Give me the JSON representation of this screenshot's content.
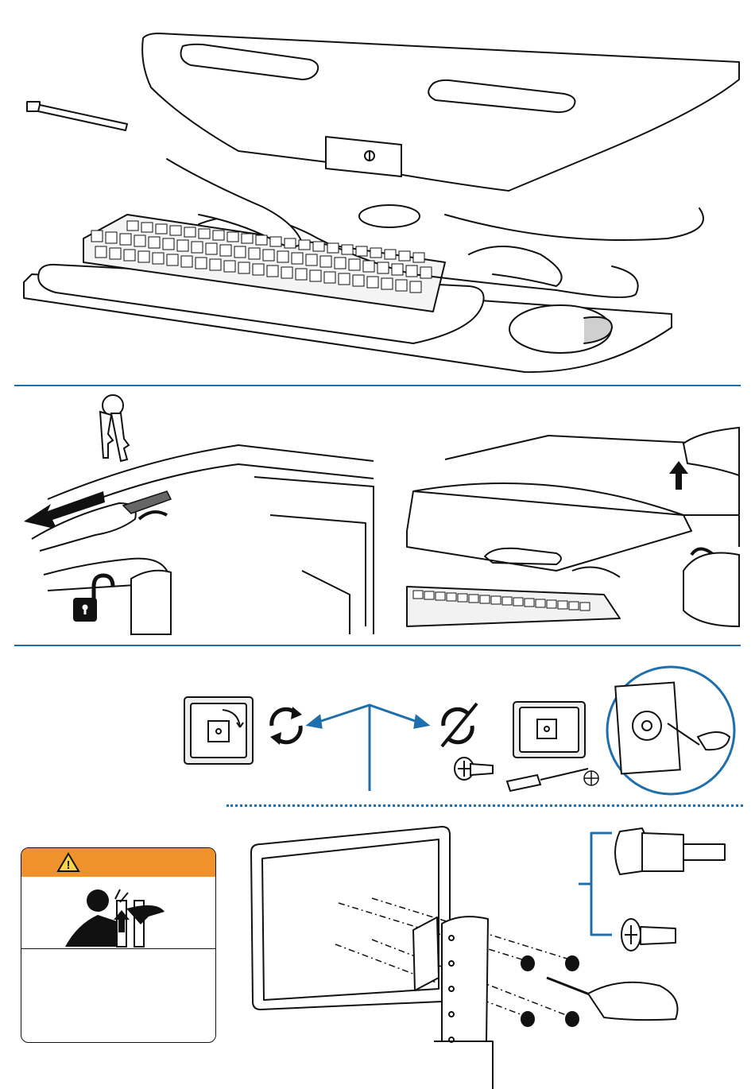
{
  "colors": {
    "divider": "#1f6fad",
    "warning_band": "#f0922b",
    "line": "#111111",
    "screen_shade": "#d9d9d9",
    "highlight": "#e6e6e6"
  },
  "panels": {
    "top": {
      "name": "keyboard-cable-routing"
    },
    "middle_left": {
      "name": "unlock-and-slide-tray"
    },
    "middle_right": {
      "name": "lift-worksurface"
    },
    "vesa": {
      "name": "vesa-rotation-options"
    },
    "monitor": {
      "name": "monitor-mounting"
    }
  },
  "icons": {
    "cable_tie": "cable-tie-icon",
    "keys": "keys-icon",
    "unlock": "padlock-open-icon",
    "rotate": "rotate-icon",
    "no_rotate": "no-rotate-icon",
    "screw": "screw-icon",
    "screwdriver": "phillips-screwdriver-icon",
    "phillips": "phillips-symbol-icon",
    "warning": "warning-triangle-icon",
    "pinch_hazard": "pinch-hazard-icon",
    "thumbscrew": "thumbscrew-icon"
  },
  "warning": {
    "symbol": "!",
    "message": ""
  }
}
